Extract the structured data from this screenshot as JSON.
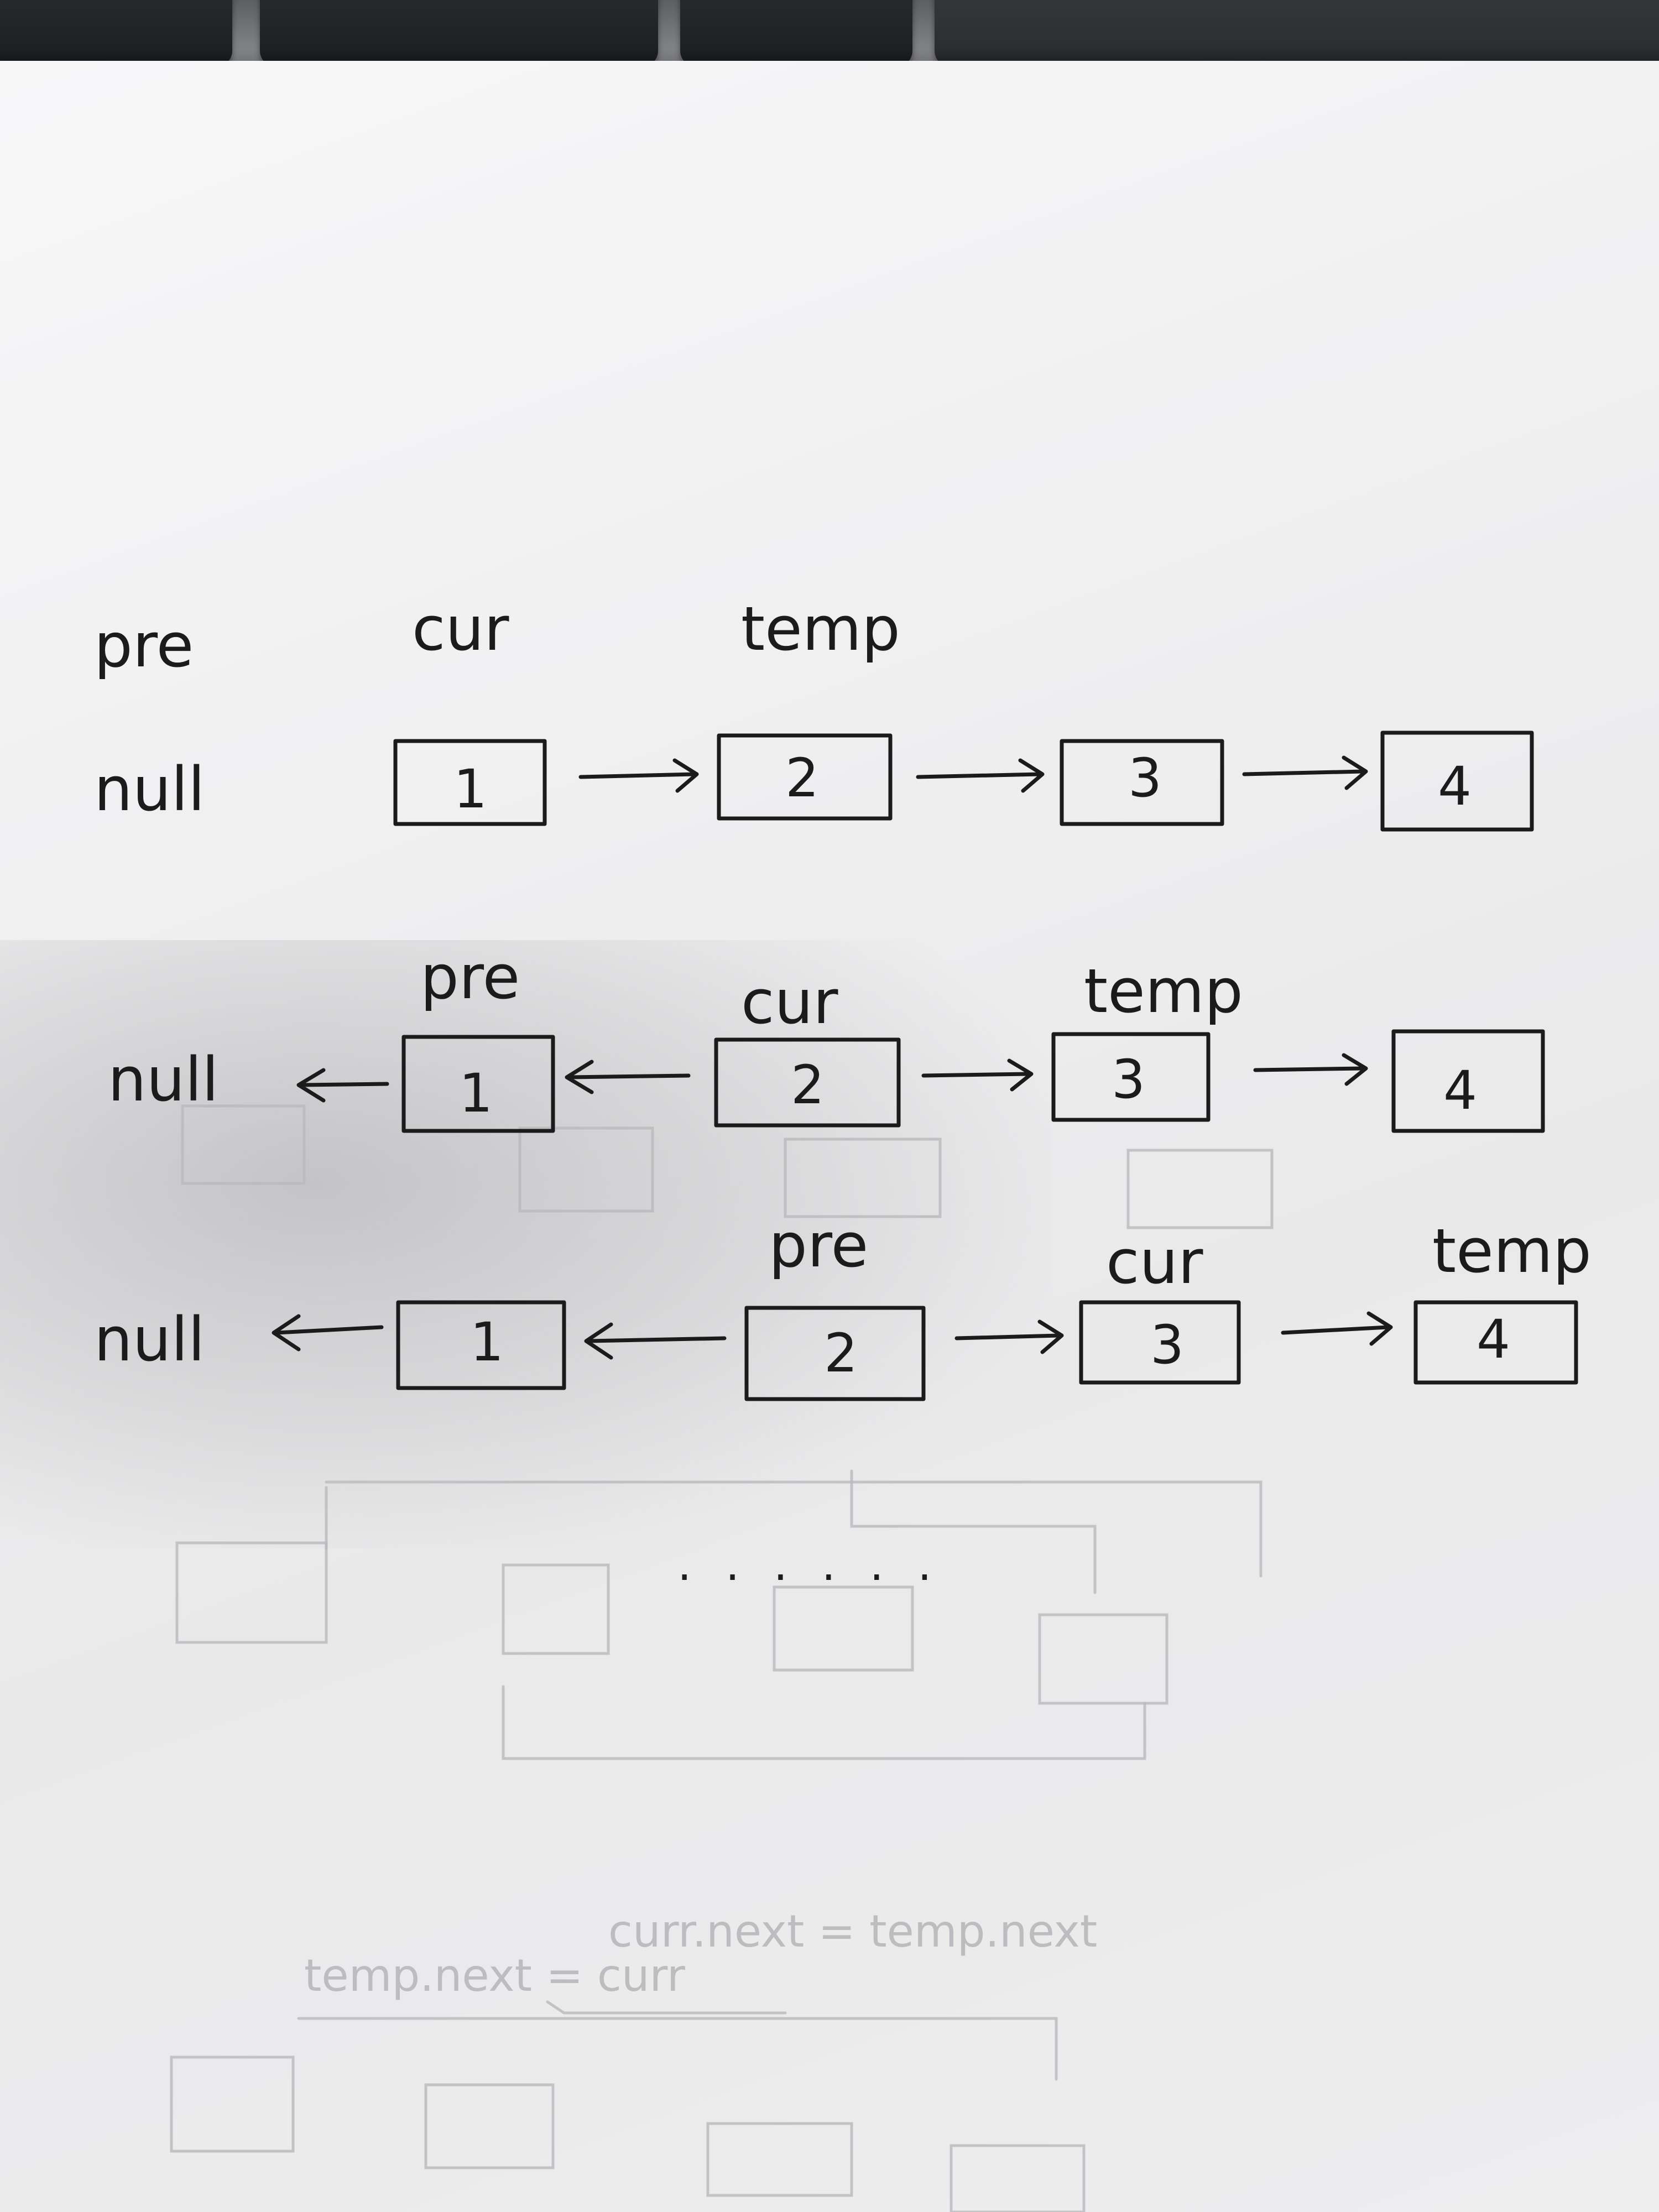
{
  "rows": [
    {
      "top_labels": [
        "pre",
        "cur",
        "temp"
      ],
      "left_label": "null",
      "nodes": [
        "1",
        "2",
        "3",
        "4"
      ]
    },
    {
      "top_labels": [
        "pre",
        "cur",
        "temp"
      ],
      "left_label": "null",
      "nodes": [
        "1",
        "2",
        "3",
        "4"
      ]
    },
    {
      "top_labels": [
        "pre",
        "cur",
        "temp"
      ],
      "left_label": "null",
      "nodes": [
        "1",
        "2",
        "3",
        "4"
      ]
    }
  ],
  "ellipsis": "· · · · · ·",
  "colors": {
    "ink": "#1b1b1b",
    "paper": "#efeff0",
    "keyboard": "#2c2e30"
  }
}
